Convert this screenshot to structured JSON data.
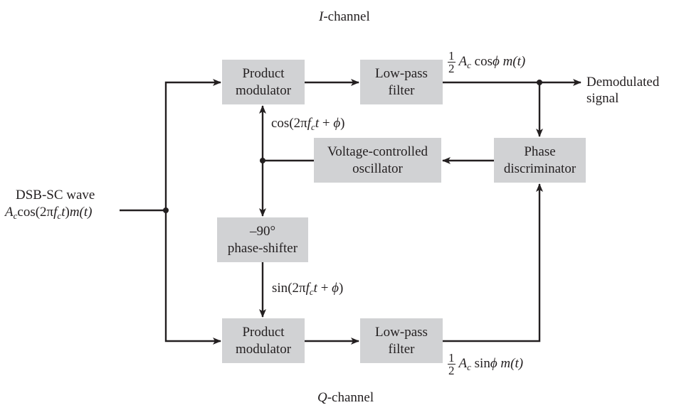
{
  "channels": {
    "i_channel": {
      "var": "I",
      "suffix": "-channel"
    },
    "q_channel": {
      "var": "Q",
      "suffix": "-channel"
    }
  },
  "input": {
    "title": "DSB-SC wave",
    "expr_A": "A",
    "expr_sub": "c",
    "expr_mid": "cos(2π",
    "expr_f": "f",
    "expr_fsub": "c",
    "expr_t": "t",
    "expr_end": ")",
    "expr_m": "m",
    "expr_mt": "(t)"
  },
  "blocks": {
    "product_modulator_i": {
      "line1": "Product",
      "line2": "modulator"
    },
    "low_pass_filter_i": {
      "line1": "Low-pass",
      "line2": "filter"
    },
    "phase_discriminator": {
      "line1": "Phase",
      "line2": "discriminator"
    },
    "vco": {
      "line1": "Voltage-controlled",
      "line2": "oscillator"
    },
    "phase_shifter": {
      "line1": "–90°",
      "line2": "phase-shifter"
    },
    "product_modulator_q": {
      "line1": "Product",
      "line2": "modulator"
    },
    "low_pass_filter_q": {
      "line1": "Low-pass",
      "line2": "filter"
    }
  },
  "signals": {
    "cos_ref": {
      "fn": "cos",
      "open": "(2π",
      "f": "f",
      "fsub": "c",
      "t": "t",
      "rest": " + ",
      "phi": "ϕ",
      "close": ")"
    },
    "sin_ref": {
      "fn": "sin",
      "open": "(2π",
      "f": "f",
      "fsub": "c",
      "t": "t",
      "rest": " + ",
      "phi": "ϕ",
      "close": ")"
    },
    "i_out": {
      "num": "1",
      "den": "2",
      "A": "A",
      "Asub": "c",
      "fn": "cos",
      "phi": "ϕ",
      "m": "m",
      "mt": "(t)"
    },
    "q_out": {
      "num": "1",
      "den": "2",
      "A": "A",
      "Asub": "c",
      "fn": "sin",
      "phi": "ϕ",
      "m": "m",
      "mt": "(t)"
    }
  },
  "output": {
    "line1": "Demodulated",
    "line2": "signal"
  },
  "colors": {
    "line": "#231f20",
    "box": "#d1d2d4",
    "background": "#ffffff"
  }
}
